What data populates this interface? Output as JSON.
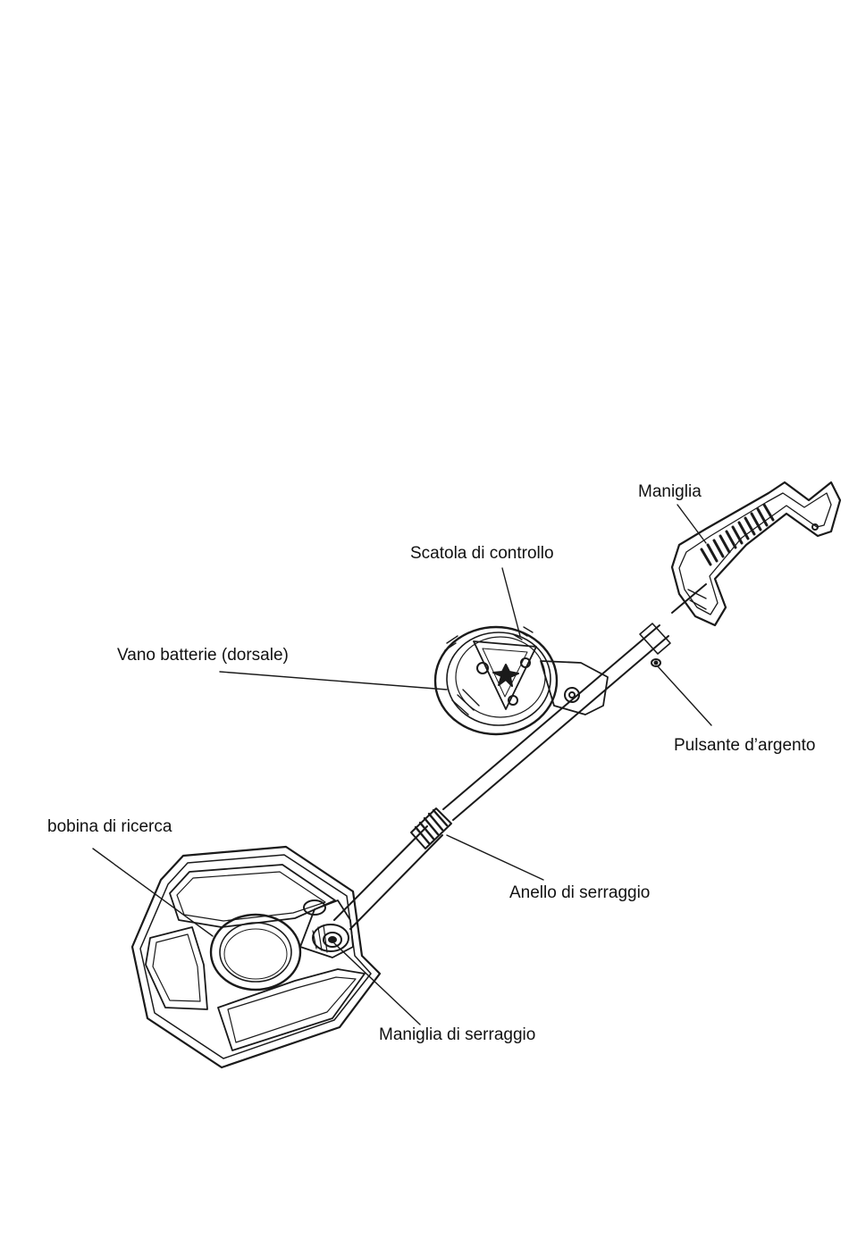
{
  "labels": {
    "handle": "Maniglia",
    "control_box": "Scatola di controllo",
    "battery": "Vano batterie (dorsale)",
    "silver_button": "Pulsante d’argento",
    "search_coil": "bobina di ricerca",
    "clamp_ring": "Anello di serraggio",
    "clamp_handle": "Maniglia di serraggio"
  },
  "colors": {
    "line": "#1a1a1a",
    "background": "#ffffff"
  }
}
